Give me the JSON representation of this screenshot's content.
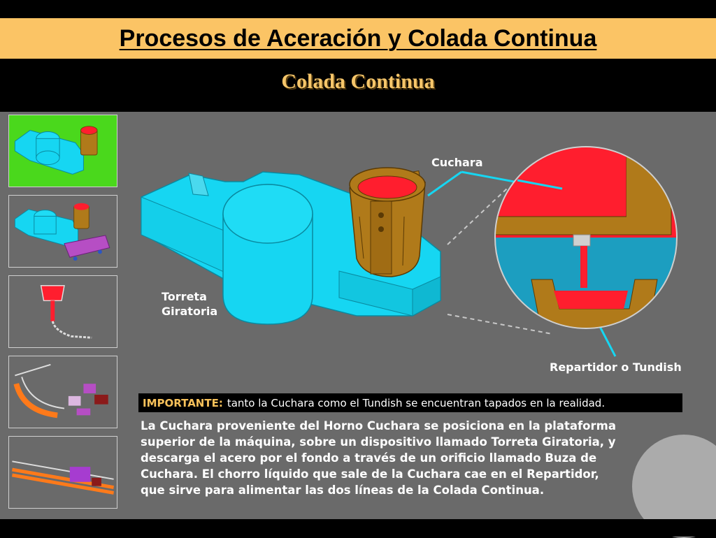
{
  "header": {
    "title": "Procesos de Aceración y Colada Continua",
    "subtitle": "Colada Continua"
  },
  "thumbnails": [
    {
      "id": "step-1",
      "active": true
    },
    {
      "id": "step-2",
      "active": false
    },
    {
      "id": "step-3",
      "active": false
    },
    {
      "id": "step-4",
      "active": false
    },
    {
      "id": "step-5",
      "active": false
    }
  ],
  "labels": {
    "cuchara": "Cuchara",
    "torreta_line1": "Torreta",
    "torreta_line2": "Giratoria",
    "repartidor": "Repartidor o Tundish"
  },
  "important": {
    "prefix": "IMPORTANTE:",
    "text": "tanto la Cuchara como el Tundish se encuentran tapados en la realidad."
  },
  "description": {
    "line1": "La Cuchara proveniente del Horno Cuchara se posiciona en la plataforma",
    "line2": "superior de la máquina, sobre un dispositivo llamado Torreta Giratoria, y",
    "line3": "descarga el acero por el fondo a través de un orificio llamado Buza de",
    "line4": "Cuchara. El chorro líquido que sale de la Cuchara cae en el Repartidor,",
    "line5": "que sirve para alimentar las dos líneas de la Colada Continua."
  },
  "colors": {
    "title_bar": "#fbc465",
    "subtitle": "#f6c66a",
    "panel": "#6a6a6a",
    "turret": "#16d6f2",
    "ladle": "#b07a1a",
    "molten_steel": "#ff1e2e",
    "tundish_bg": "#1c9ec0",
    "important_label": "#f7c15a",
    "active_thumb": "#4ad81c"
  }
}
